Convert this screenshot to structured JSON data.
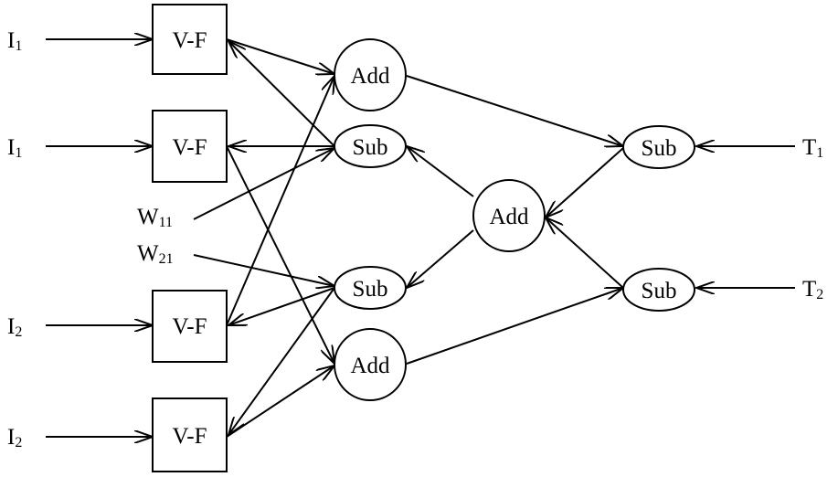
{
  "colors": {
    "stroke": "#000000",
    "background": "#ffffff"
  },
  "inputs": {
    "i1_top": {
      "base": "I",
      "sub": "1"
    },
    "i1_second": {
      "base": "I",
      "sub": "1"
    },
    "i2_third": {
      "base": "I",
      "sub": "2"
    },
    "i2_bottom": {
      "base": "I",
      "sub": "2"
    },
    "w11": {
      "base": "W",
      "sub": "11"
    },
    "w21": {
      "base": "W",
      "sub": "21"
    },
    "t1": {
      "base": "T",
      "sub": "1"
    },
    "t2": {
      "base": "T",
      "sub": "2"
    }
  },
  "blocks": {
    "vf1": "V-F",
    "vf2": "V-F",
    "vf3": "V-F",
    "vf4": "V-F"
  },
  "nodes": {
    "add_top": "Add",
    "sub_top": "Sub",
    "sub_mid": "Sub",
    "add_bottom": "Add",
    "add_center": "Add",
    "sub_right_top": "Sub",
    "sub_right_bottom": "Sub"
  }
}
